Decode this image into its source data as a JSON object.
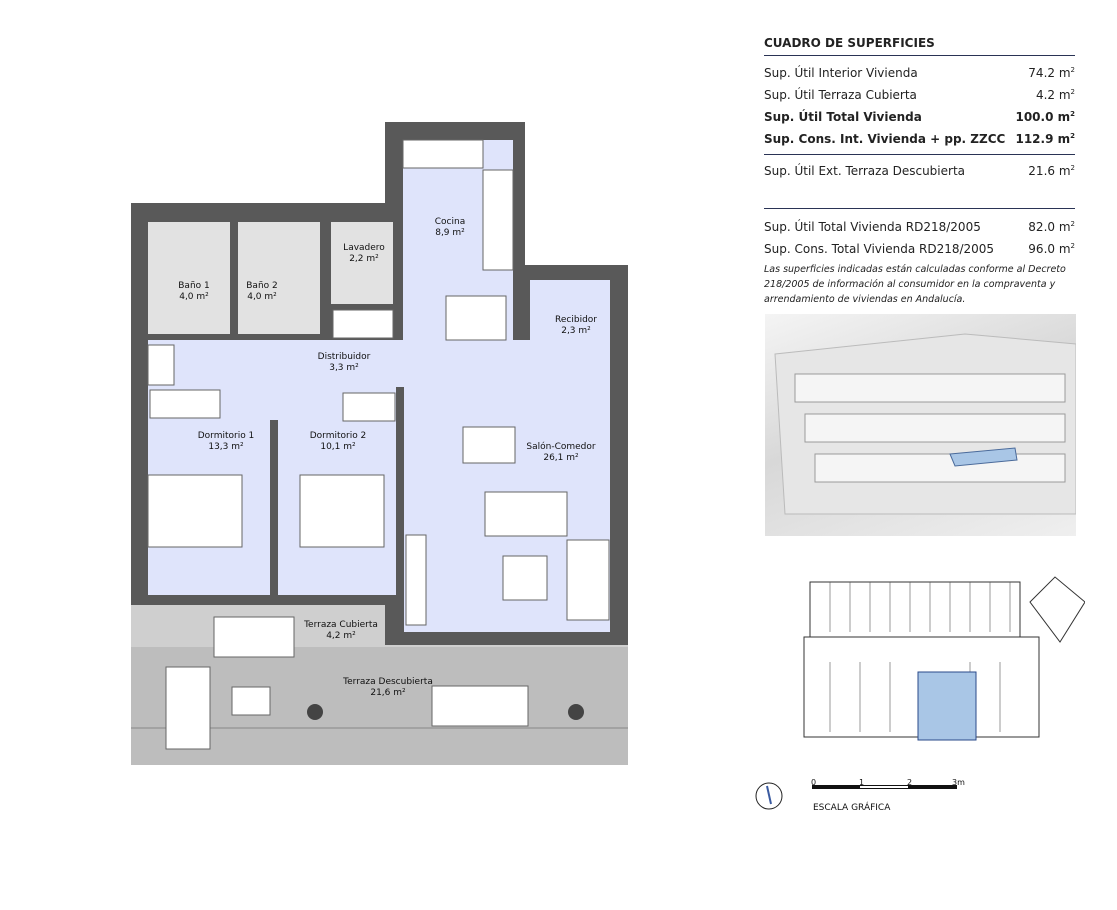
{
  "rooms": {
    "cocina": {
      "name": "Cocina",
      "area": "8,9 m²"
    },
    "lavadero": {
      "name": "Lavadero",
      "area": "2,2 m²"
    },
    "bano1": {
      "name": "Baño 1",
      "area": "4,0 m²"
    },
    "bano2": {
      "name": "Baño 2",
      "area": "4,0 m²"
    },
    "recibidor": {
      "name": "Recibidor",
      "area": "2,3 m²"
    },
    "distribuidor": {
      "name": "Distribuidor",
      "area": "3,3 m²"
    },
    "dormitorio1": {
      "name": "Dormitorio 1",
      "area": "13,3 m²"
    },
    "dormitorio2": {
      "name": "Dormitorio 2",
      "area": "10,1 m²"
    },
    "salon": {
      "name": "Salón-Comedor",
      "area": "26,1 m²"
    },
    "terraza_cubierta": {
      "name": "Terraza Cubierta",
      "area": "4,2 m²"
    },
    "terraza_descubierta": {
      "name": "Terraza Descubierta",
      "area": "21,6 m²"
    }
  },
  "table": {
    "title": "CUADRO DE SUPERFICIES",
    "rows": [
      {
        "label": "Sup. Útil Interior Vivienda",
        "value": "74.2 m",
        "unit_exp": "2"
      },
      {
        "label": "Sup. Útil Terraza Cubierta",
        "value": "4.2 m",
        "unit_exp": "2"
      },
      {
        "label": "Sup. Útil Total Vivienda",
        "value": "100.0 m",
        "unit_exp": "2"
      },
      {
        "label": "Sup. Cons. Int. Vivienda + pp. ZZCC",
        "value": "112.9 m",
        "unit_exp": "2"
      },
      {
        "label": "Sup. Útil Ext. Terraza Descubierta",
        "value": "21.6 m",
        "unit_exp": "2"
      },
      {
        "label": "Sup. Útil Total Vivienda RD218/2005",
        "value": "82.0 m",
        "unit_exp": "2"
      },
      {
        "label": "Sup. Cons. Total Vivienda RD218/2005",
        "value": "96.0 m",
        "unit_exp": "2"
      }
    ],
    "note": "Las superficies indicadas están calculadas conforme al Decreto 218/2005 de información al consumidor en la compraventa y arrendamiento de viviendas en Andalucía."
  },
  "scale": {
    "ticks": [
      "0",
      "1",
      "2",
      "3m"
    ],
    "label": "ESCALA GRÁFICA"
  },
  "colors": {
    "wall": "#595959",
    "room": "#dfe4fb",
    "bath": "#e2e2e2",
    "terrace": "#bdbdbd",
    "highlight": "#a9c6e6"
  }
}
